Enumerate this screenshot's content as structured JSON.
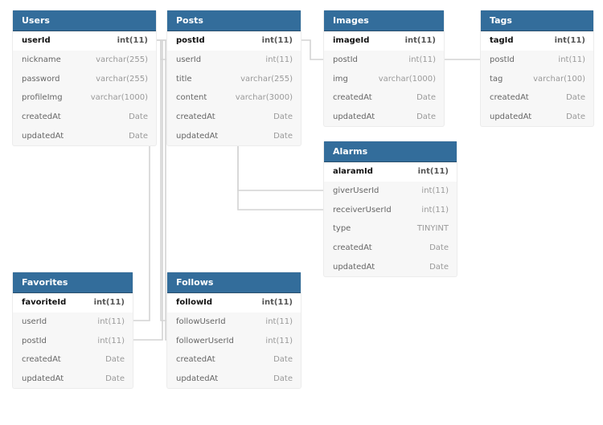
{
  "tables": {
    "users": {
      "title": "Users",
      "fields": [
        {
          "name": "userId",
          "type": "int(11)"
        },
        {
          "name": "nickname",
          "type": "varchar(255)"
        },
        {
          "name": "password",
          "type": "varchar(255)"
        },
        {
          "name": "profileImg",
          "type": "varchar(1000)"
        },
        {
          "name": "createdAt",
          "type": "Date"
        },
        {
          "name": "updatedAt",
          "type": "Date"
        }
      ]
    },
    "posts": {
      "title": "Posts",
      "fields": [
        {
          "name": "postId",
          "type": "int(11)"
        },
        {
          "name": "userId",
          "type": "int(11)"
        },
        {
          "name": "title",
          "type": "varchar(255)"
        },
        {
          "name": "content",
          "type": "varchar(3000)"
        },
        {
          "name": "createdAt",
          "type": "Date"
        },
        {
          "name": "updatedAt",
          "type": "Date"
        }
      ]
    },
    "images": {
      "title": "Images",
      "fields": [
        {
          "name": "imageId",
          "type": "int(11)"
        },
        {
          "name": "postId",
          "type": "int(11)"
        },
        {
          "name": "img",
          "type": "varchar(1000)"
        },
        {
          "name": "createdAt",
          "type": "Date"
        },
        {
          "name": "updatedAt",
          "type": "Date"
        }
      ]
    },
    "tags": {
      "title": "Tags",
      "fields": [
        {
          "name": "tagId",
          "type": "int(11)"
        },
        {
          "name": "postId",
          "type": "int(11)"
        },
        {
          "name": "tag",
          "type": "varchar(100)"
        },
        {
          "name": "createdAt",
          "type": "Date"
        },
        {
          "name": "updatedAt",
          "type": "Date"
        }
      ]
    },
    "alarms": {
      "title": "Alarms",
      "fields": [
        {
          "name": "alaramId",
          "type": "int(11)"
        },
        {
          "name": "giverUserId",
          "type": "int(11)"
        },
        {
          "name": "receiverUserId",
          "type": "int(11)"
        },
        {
          "name": "type",
          "type": "TINYINT"
        },
        {
          "name": "createdAt",
          "type": "Date"
        },
        {
          "name": "updatedAt",
          "type": "Date"
        }
      ]
    },
    "favorites": {
      "title": "Favorites",
      "fields": [
        {
          "name": "favoriteId",
          "type": "int(11)"
        },
        {
          "name": "userId",
          "type": "int(11)"
        },
        {
          "name": "postId",
          "type": "int(11)"
        },
        {
          "name": "createdAt",
          "type": "Date"
        },
        {
          "name": "updatedAt",
          "type": "Date"
        }
      ]
    },
    "follows": {
      "title": "Follows",
      "fields": [
        {
          "name": "followId",
          "type": "int(11)"
        },
        {
          "name": "followUserId",
          "type": "int(11)"
        },
        {
          "name": "followerUserId",
          "type": "int(11)"
        },
        {
          "name": "createdAt",
          "type": "Date"
        },
        {
          "name": "updatedAt",
          "type": "Date"
        }
      ]
    }
  },
  "colors": {
    "header": "#336d9b",
    "body": "#f7f7f7",
    "connector": "#d4d4d4"
  }
}
